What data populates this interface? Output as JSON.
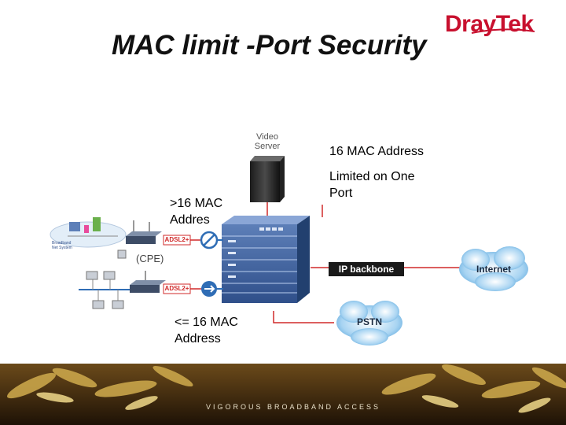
{
  "header": {
    "title": "MAC limit -Port Security",
    "logo": {
      "brand": "DrayTek",
      "color": "#c8102e"
    }
  },
  "diagram": {
    "video_server_label": "Video\nServer",
    "label_16_mac_address": "16 MAC Address",
    "label_limited_on_one_port": "Limited on One\nPort",
    "label_over_16_mac": ">16 MAC\nAddres",
    "label_under_16_mac": "<= 16 MAC\nAddress",
    "cpe_label": "(CPE)",
    "adsl_label_top": "ADSL2+",
    "adsl_label_bottom": "ADSL2+",
    "ip_backbone": "IP backbone",
    "internet": "Internet",
    "pstn": "PSTN",
    "broadband_label": "Broadband\nNet System"
  },
  "footer": {
    "tagline": "VIGOROUS BROADBAND ACCESS",
    "colors": {
      "band": "#2a1a08",
      "leaves": "#c9a54a"
    }
  }
}
